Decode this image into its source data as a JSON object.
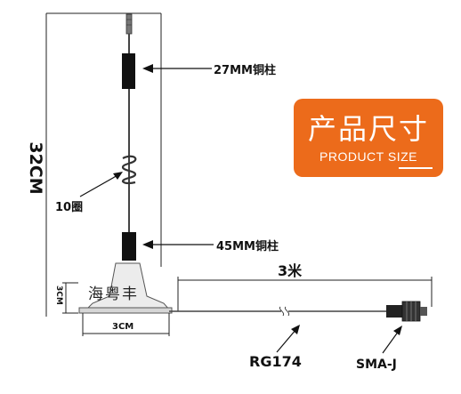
{
  "labels": {
    "height": "32CM",
    "top_column": "27MM铜柱",
    "coil": "10圈",
    "bottom_column": "45MM铜柱",
    "cable_length": "3米",
    "base_height": "3CM",
    "base_width": "3CM",
    "cable_type": "RG174",
    "connector": "SMA-J",
    "watermark": "海粤丰"
  },
  "badge": {
    "title_cn": "产品尺寸",
    "title_en": "PRODUCT SIZE",
    "color": "#ec6b1b"
  }
}
